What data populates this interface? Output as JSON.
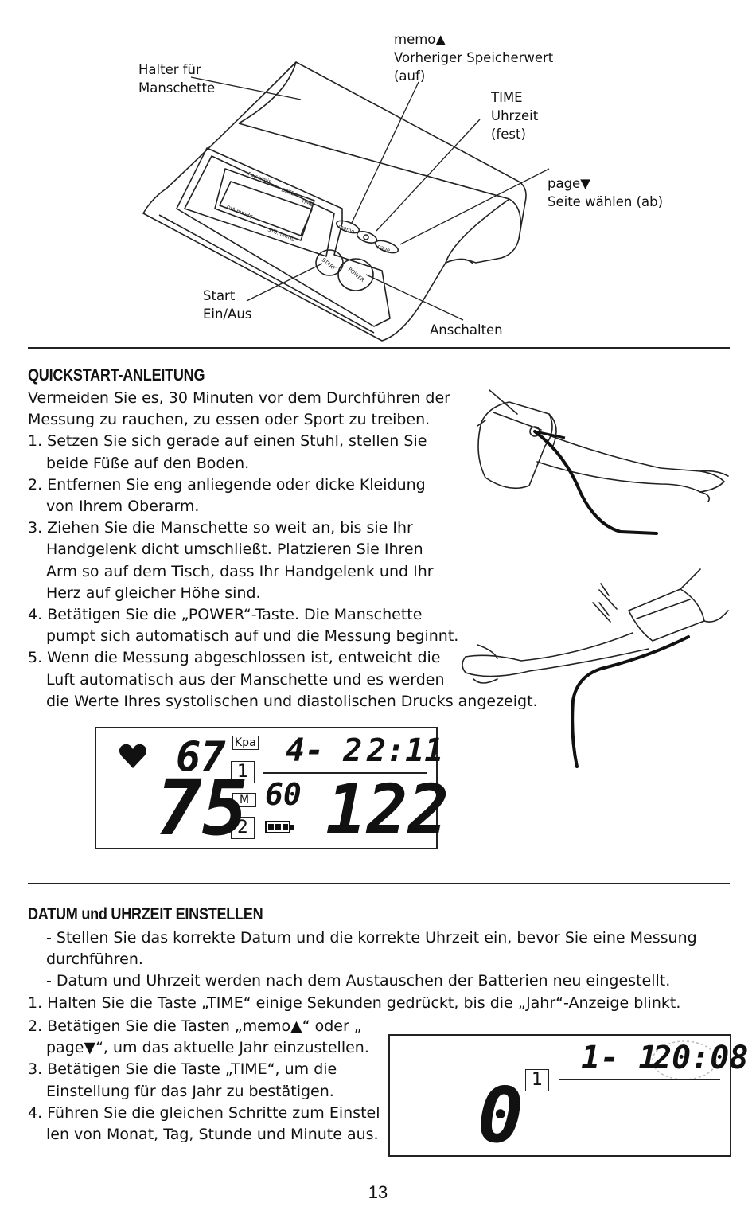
{
  "device_labels": {
    "holder": "Halter für\nManschette",
    "memo": "memo▲\nVorheriger Speicherwert\n(auf)",
    "time": "TIME\nUhrzeit\n(fest)",
    "page": "page▼\nSeite wählen (ab)",
    "start": "Start\nEin/Aus",
    "power_on": "Anschalten"
  },
  "device_screen_labels": {
    "pulse": "Pulse/min",
    "date": "DATE",
    "time": "TIME",
    "dia": "DIA.mmHg",
    "sys": "SYS.mmHg",
    "memo_btn": "memo",
    "page_btn": "page",
    "start_btn": "START",
    "power_btn": "POWER"
  },
  "quickstart": {
    "heading": "QUICKSTART-ANLEITUNG",
    "intro": [
      "Vermeiden Sie es, 30 Minuten vor dem Durchführen der",
      "Messung zu rauchen, zu essen oder Sport zu treiben."
    ],
    "steps": [
      [
        "1. Setzen Sie sich gerade auf einen Stuhl, stellen Sie",
        "beide Füße auf den Boden."
      ],
      [
        "2. Entfernen Sie eng anliegende oder dicke Kleidung",
        "von Ihrem Oberarm."
      ],
      [
        "3. Ziehen Sie die Manschette so weit an, bis sie Ihr",
        "Handgelenk dicht umschließt. Platzieren Sie Ihren",
        "Arm so auf dem Tisch, dass Ihr Handgelenk und Ihr",
        "Herz auf gleicher Höhe sind."
      ],
      [
        "4. Betätigen Sie die „POWER“-Taste. Die Manschette",
        "pumpt sich automatisch auf und die Messung beginnt."
      ],
      [
        "5. Wenn die Messung abgeschlossen ist, entweicht die",
        "Luft automatisch aus der Manschette und es werden",
        "die Werte Ihres systolischen und diastolischen Drucks angezeigt."
      ]
    ]
  },
  "lcd1": {
    "pulse": "67",
    "unit": "Kpa",
    "date": "4- 2",
    "time": "2:11",
    "dia": "75",
    "memory_slot": "60",
    "sys": "122",
    "user1": "1",
    "memo_flag": "M",
    "user2": "2"
  },
  "datetime": {
    "heading": "DATUM und UHRZEIT EINSTELLEN",
    "notes": [
      [
        "- Stellen Sie das korrekte Datum und die korrekte Uhrzeit ein, bevor Sie eine Messung",
        "durchführen."
      ],
      [
        "- Datum und Uhrzeit werden nach dem Austauschen der Batterien neu eingestellt."
      ]
    ],
    "step1": "1. Halten Sie die Taste „TIME“ einige Sekunden gedrückt, bis die „Jahr“-Anzeige blinkt.",
    "steps": [
      [
        "2. Betätigen Sie die Tasten „memo▲“ oder „",
        "page▼“, um das aktuelle Jahr einzustellen."
      ],
      [
        "3. Betätigen Sie die Taste „TIME“, um die",
        "Einstellung für das Jahr zu bestätigen."
      ],
      [
        "4. Führen Sie die gleichen Schritte zum Einstel",
        "len von Monat, Tag, Stunde und Minute aus."
      ]
    ]
  },
  "lcd2": {
    "date": "1- 1",
    "time": "20:08",
    "big": "0",
    "user1": "1"
  },
  "page_number": "13"
}
